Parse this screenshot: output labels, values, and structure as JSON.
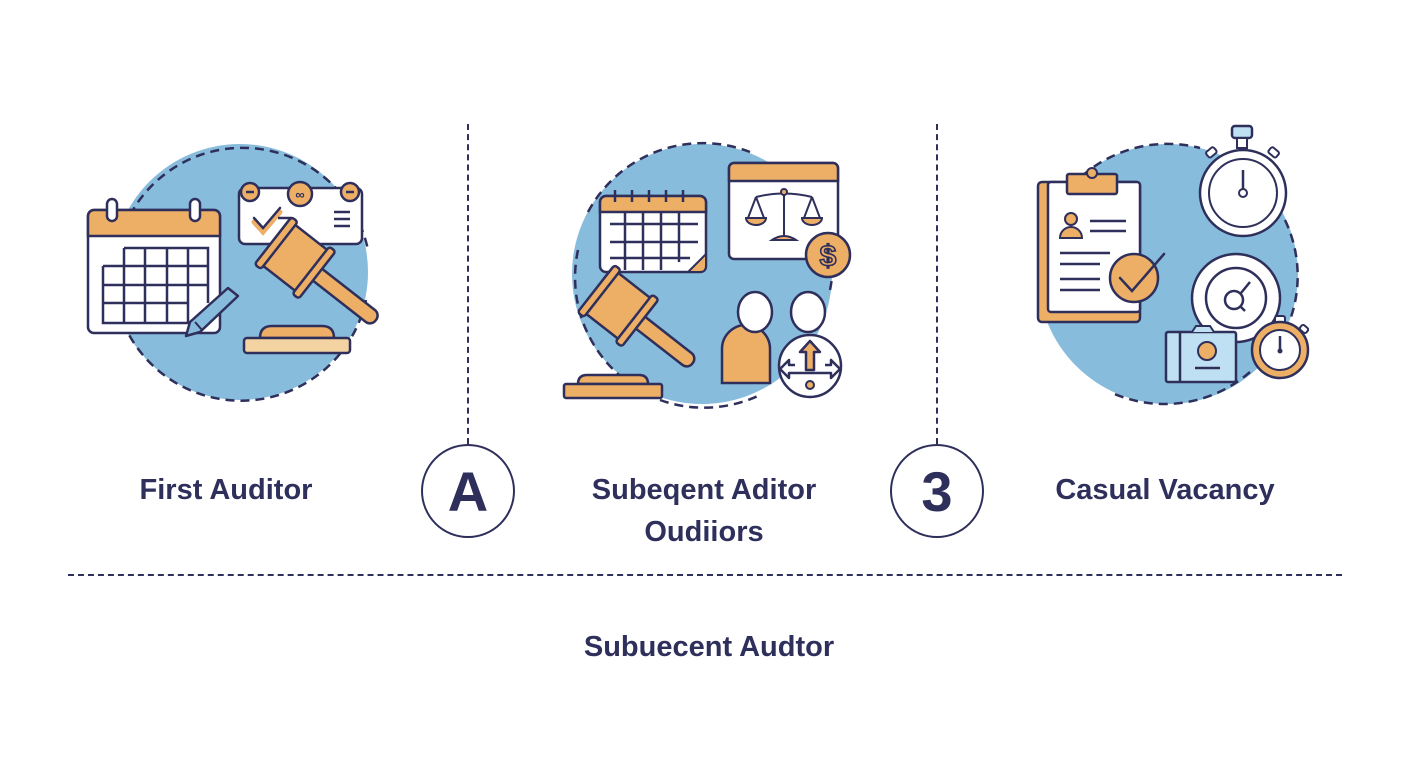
{
  "colors": {
    "ink": "#2e2f5b",
    "blob": "#88bcdc",
    "accent": "#edae66",
    "accent_light": "#f3d3a1",
    "light_blue": "#bfe0f2",
    "paper": "#ffffff"
  },
  "sections": [
    {
      "label": "First Auditor",
      "icons": [
        "calendar-icon",
        "pencil-icon",
        "approval-card-icon",
        "gavel-icon",
        "gavel-block-icon"
      ]
    },
    {
      "label_line1": "Subeqent Aditor",
      "label_line2": "Oudiiors",
      "icons": [
        "calendar-icon",
        "scales-of-justice-icon",
        "dollar-coin-icon",
        "gavel-icon",
        "people-icon",
        "directions-arrows-icon"
      ]
    },
    {
      "label": "Casual Vacancy",
      "icons": [
        "clipboard-profile-icon",
        "checkmark-badge-icon",
        "stopwatch-icon",
        "target-search-icon",
        "id-card-icon",
        "small-stopwatch-icon"
      ]
    }
  ],
  "steps": [
    {
      "marker": "A"
    },
    {
      "marker": "3"
    }
  ],
  "footer": {
    "label": "Subuecent Audtor"
  }
}
